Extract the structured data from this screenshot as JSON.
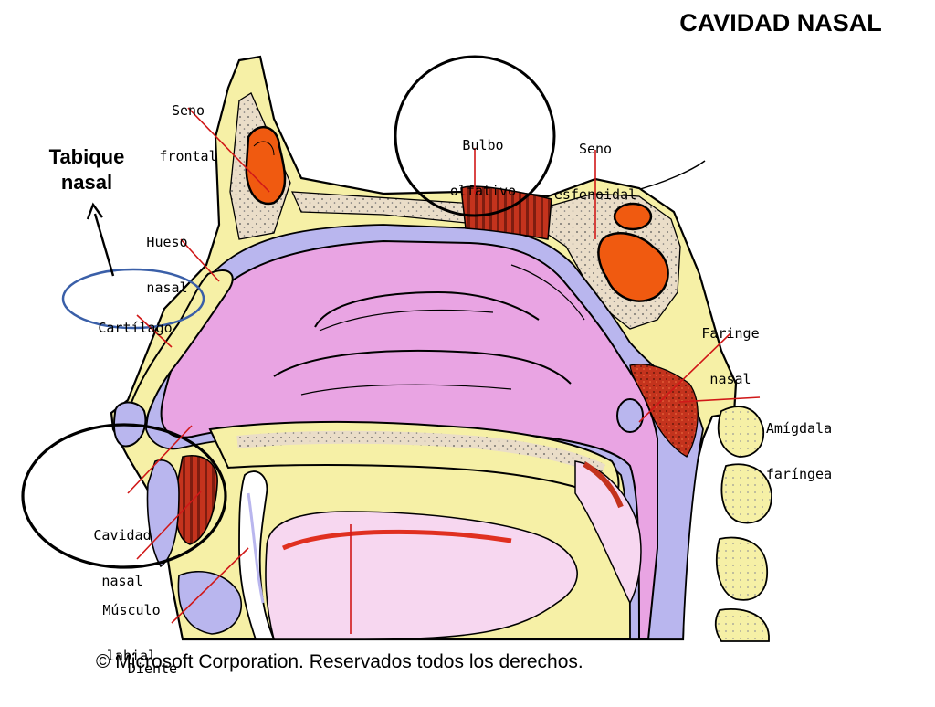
{
  "title": "CAVIDAD NASAL",
  "annotation": {
    "line1": "Tabique",
    "line2": "nasal"
  },
  "labels": {
    "seno_frontal": {
      "l1": "Seno",
      "l2": "frontal"
    },
    "bulbo_olfativo": {
      "l1": "Bulbo",
      "l2": "olfativo"
    },
    "seno_esfenoidal": {
      "l1": "Seno",
      "l2": "esfenoidal"
    },
    "hueso_nasal": {
      "l1": "Hueso",
      "l2": "nasal"
    },
    "cartilago": {
      "l1": "Cartílago"
    },
    "faringe_nasal": {
      "l1": "Faringe",
      "l2": "nasal"
    },
    "amigdala_faringea": {
      "l1": "Amígdala",
      "l2": "faríngea"
    },
    "cavidad_nasal": {
      "l1": "Cavidad",
      "l2": "nasal"
    },
    "musculo_labial": {
      "l1": "Músculo",
      "l2": "labial"
    },
    "diente": {
      "l1": "Diente"
    }
  },
  "copyright": "© Microsoft Corporation. Reservados todos los derechos.",
  "colors": {
    "bone": "#f6f0a6",
    "spongy_bone": "#eaddc8",
    "mucosa": "#e9a4e3",
    "membrane": "#b9b6ee",
    "sinus": "#f05a10",
    "tissue_red": "#c4331d",
    "leader": "#d01818",
    "outline": "#000000",
    "highlight_blue": "#3a5fa8"
  }
}
